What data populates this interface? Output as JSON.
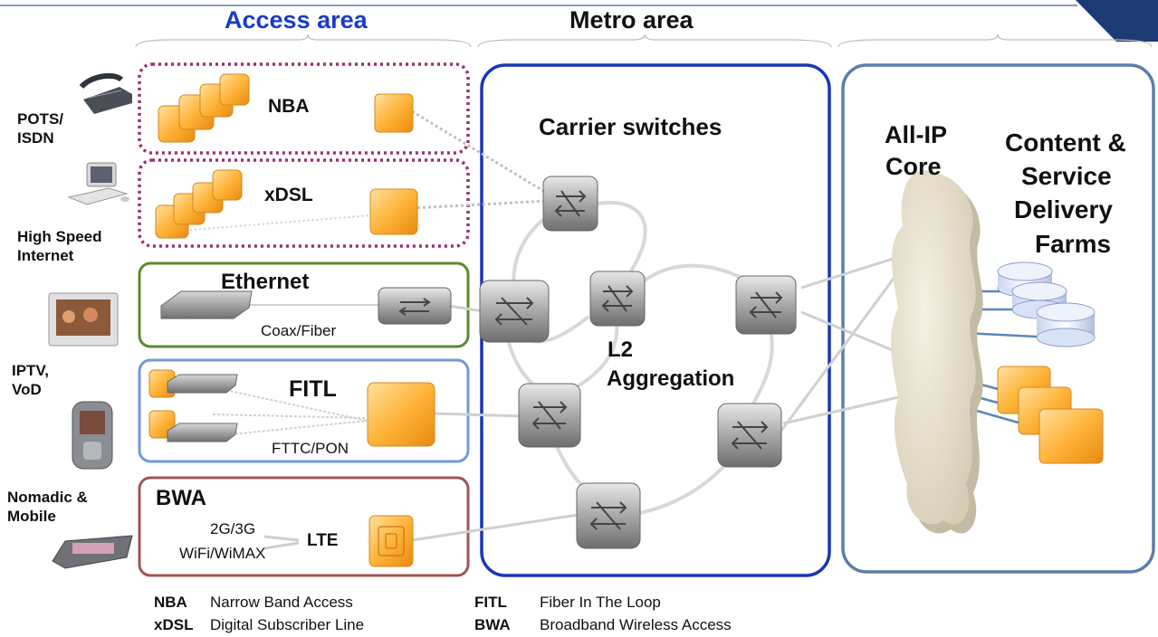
{
  "headers": {
    "access": "Access area",
    "metro": "Metro area"
  },
  "clients": {
    "pots": "POTS/ ISDN",
    "hsi": "High Speed Internet",
    "iptv": "IPTV, VoD",
    "nomadic": "Nomadic & Mobile"
  },
  "access": {
    "nba": "NBA",
    "xdsl": "xDSL",
    "ethernet": "Ethernet",
    "coax": "Coax/Fiber",
    "fitl": "FITL",
    "fttc": "FTTC/PON",
    "bwa": "BWA",
    "g23": "2G/3G",
    "wifi": "WiFi/WiMAX",
    "lte": "LTE"
  },
  "metro": {
    "carrier": "Carrier switches",
    "l2": "L2",
    "aggregation": "Aggregation"
  },
  "core": {
    "allip_1": "All-IP",
    "allip_2": "Core",
    "content_1": "Content &",
    "content_2": "Service",
    "content_3": "Delivery",
    "content_4": "Farms"
  },
  "legend": [
    {
      "abbr": "NBA",
      "text": "Narrow Band Access"
    },
    {
      "abbr": "xDSL",
      "text": "Digital Subscriber Line"
    },
    {
      "abbr": "FITL",
      "text": "Fiber In The Loop"
    },
    {
      "abbr": "BWA",
      "text": "Broadband Wireless Access"
    }
  ],
  "colors": {
    "access_header": "#1a3bc8",
    "nba_border": "#9a2f6e",
    "ethernet_border": "#5e8a2a",
    "fitl_border": "#6f9ad8",
    "bwa_border": "#a05555",
    "metro_border": "#1a35b5",
    "core_border": "#5b7fa8",
    "corner": "#1c3a73"
  }
}
